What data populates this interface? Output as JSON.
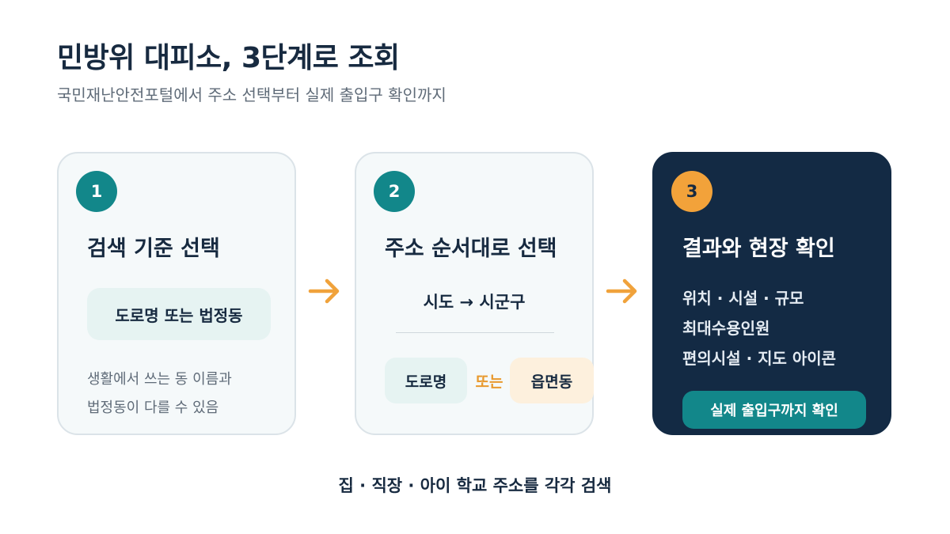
{
  "title": "민방위 대피소, 3단계로 조회",
  "subtitle": "국민재난안전포털에서 주소 선택부터 실제 출입구 확인까지",
  "colors": {
    "teal": "#12878a",
    "orange": "#f2a23a",
    "navy": "#132a44",
    "arrow": "#f0a23b"
  },
  "steps": [
    {
      "number": "1",
      "title": "검색 기준 선택",
      "pill": "도로명 또는 법정동",
      "description": [
        "생활에서 쓰는 동 이름과",
        "법정동이 다를 수 있음"
      ]
    },
    {
      "number": "2",
      "title": "주소 순서대로 선택",
      "sequence": "시도 → 시군구",
      "option_a": "도로명",
      "or_label": "또는",
      "option_b": "읍면동"
    },
    {
      "number": "3",
      "title": "결과와 현장 확인",
      "info": [
        "위치 · 시설 · 규모",
        "최대수용인원",
        "편의시설 · 지도 아이콘"
      ],
      "button": "실제 출입구까지 확인"
    }
  ],
  "arrow_icon": "arrow-right-icon",
  "footer": "집 · 직장 · 아이 학교 주소를 각각 검색"
}
